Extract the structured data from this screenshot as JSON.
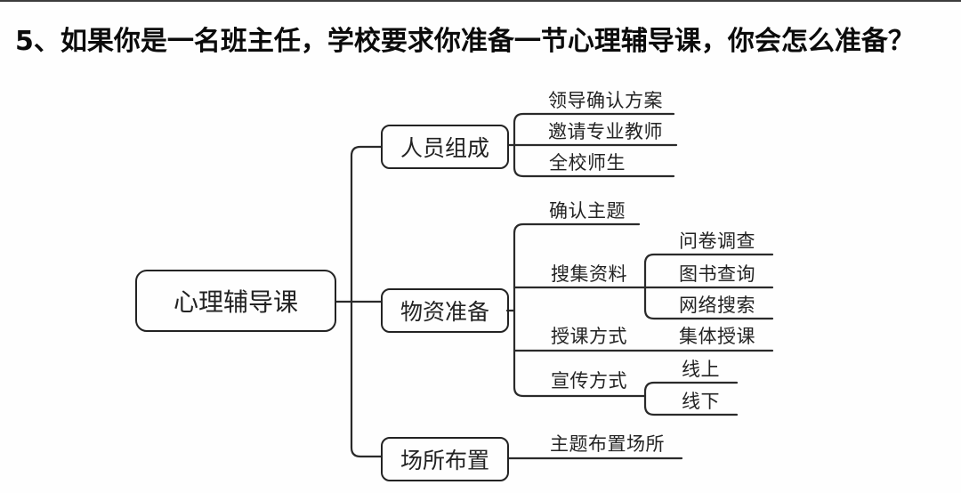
{
  "title": "5、如果你是一名班主任，学校要求你准备一节心理辅导课，你会怎么准备？",
  "colors": {
    "line": "#2a2a2a",
    "text": "#232323",
    "background": "#fefefe"
  },
  "mindmap": {
    "type": "mindmap-right",
    "root": {
      "label": "心理辅导课"
    },
    "branches": [
      {
        "label": "人员组成",
        "children": [
          {
            "label": "领导确认方案"
          },
          {
            "label": "邀请专业教师"
          },
          {
            "label": "全校师生"
          }
        ]
      },
      {
        "label": "物资准备",
        "children": [
          {
            "label": "确认主题"
          },
          {
            "label": "搜集资料",
            "children": [
              {
                "label": "问卷调查"
              },
              {
                "label": "图书查询"
              },
              {
                "label": "网络搜索"
              }
            ]
          },
          {
            "label": "授课方式",
            "children": [
              {
                "label": "集体授课"
              }
            ]
          },
          {
            "label": "宣传方式",
            "children": [
              {
                "label": "线上"
              },
              {
                "label": "线下"
              }
            ]
          }
        ]
      },
      {
        "label": "场所布置",
        "children": [
          {
            "label": "主题布置场所"
          }
        ]
      }
    ]
  }
}
